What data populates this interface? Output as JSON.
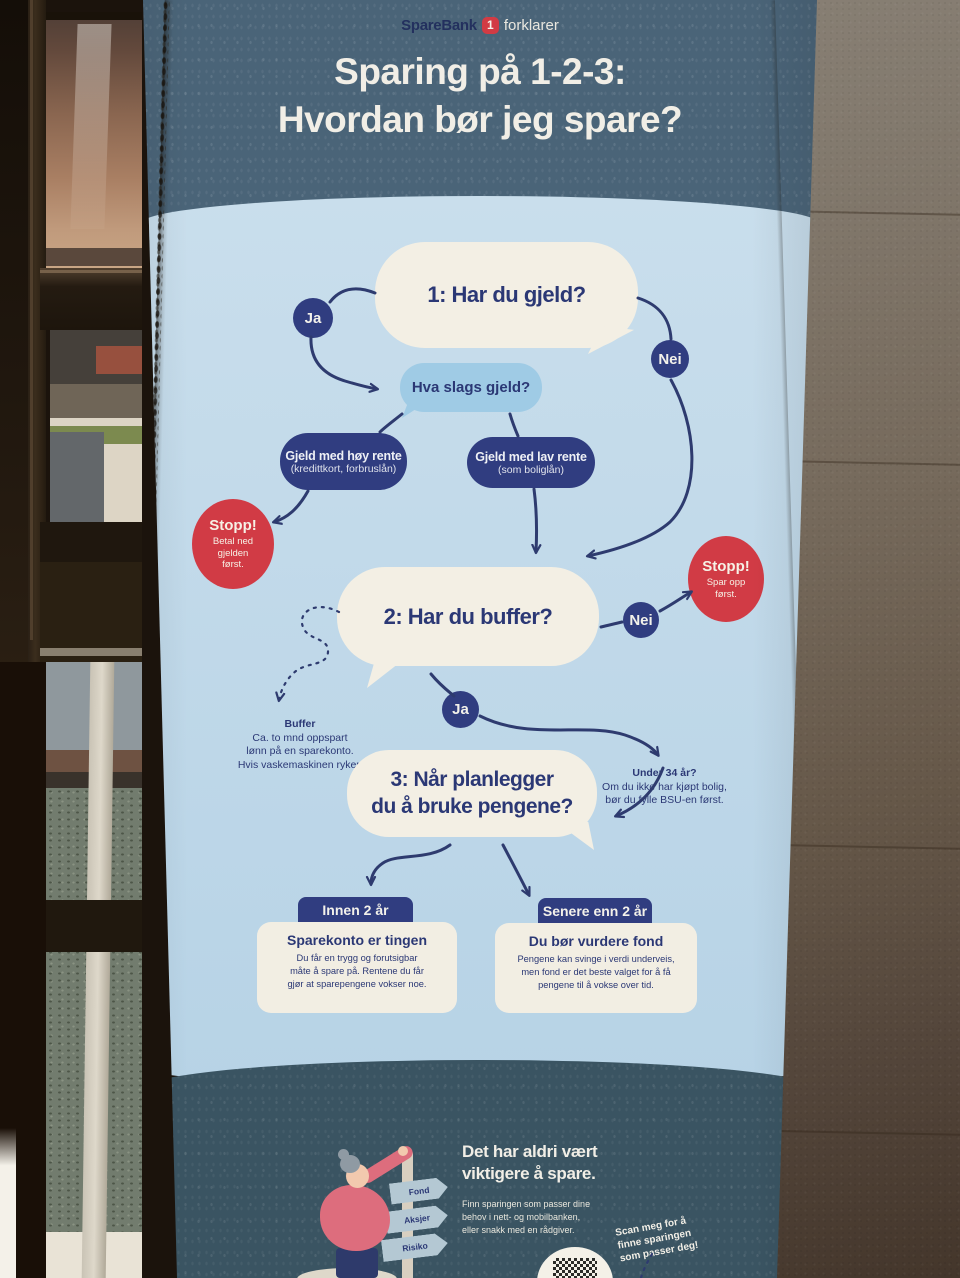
{
  "logo": {
    "brand": "SpareBank",
    "badge": "1",
    "suffix": "forklarer"
  },
  "title": {
    "line1": "Sparing på 1-2-3:",
    "line2": "Hvordan bør jeg spare?"
  },
  "flow": {
    "q1": "1: Har du gjeld?",
    "yes1": "Ja",
    "no1": "Nei",
    "what_debt": "Hva slags gjeld?",
    "debt_high": {
      "title": "Gjeld med høy rente",
      "sub": "(kredittkort, forbruslån)"
    },
    "debt_low": {
      "title": "Gjeld med lav rente",
      "sub": "(som boliglån)"
    },
    "stop_left": {
      "title": "Stopp!",
      "lines": [
        "Betal ned",
        "gjelden",
        "først."
      ]
    },
    "q2": "2: Har du buffer?",
    "no2": "Nei",
    "yes2": "Ja",
    "stop_right": {
      "title": "Stopp!",
      "lines": [
        "Spar opp",
        "først."
      ]
    },
    "buffer_note": {
      "title": "Buffer",
      "lines": [
        "Ca. to mnd oppspart",
        "lønn på en sparekonto.",
        "Hvis vaskemaskinen ryker."
      ]
    },
    "under34_note": {
      "title": "Under 34 år?",
      "lines": [
        "Om du ikke har kjøpt bolig,",
        "bør du fylle BSU-en først."
      ]
    },
    "q3": {
      "line1": "3: Når planlegger",
      "line2": "du å bruke pengene?"
    },
    "branch_soon": "Innen 2 år",
    "branch_later": "Senere enn 2 år",
    "card_soon": {
      "title": "Sparekonto er tingen",
      "lines": [
        "Du får en trygg og forutsigbar",
        "måte å spare på. Rentene du får",
        "gjør at sparepengene vokser noe."
      ]
    },
    "card_later": {
      "title": "Du bør vurdere fond",
      "lines": [
        "Pengene kan svinge i verdi underveis,",
        "men fond er det beste valget for å få",
        "pengene til å vokse over tid."
      ]
    }
  },
  "footer": {
    "headline": {
      "line1": "Det har aldri vært",
      "line2": "viktigere å spare."
    },
    "body": {
      "lines": [
        "Finn sparingen som passer dine",
        "behov i nett- og mobilbanken,",
        "eller snakk med en rådgiver."
      ]
    },
    "scan": {
      "lines": [
        "Scan meg for å",
        "finne sparingen",
        "som passer deg!"
      ]
    },
    "signpost": {
      "signs": [
        "Fond",
        "Aksjer",
        "Risiko"
      ]
    }
  },
  "colors": {
    "band": "#4a6478",
    "band_bottom": "#3a5462",
    "panel": "#c5dcea",
    "bubble": "#f3efe4",
    "navy": "#303d80",
    "light_blue": "#9fcbe5",
    "red": "#d13b45",
    "cream_text": "#f1eee6"
  }
}
